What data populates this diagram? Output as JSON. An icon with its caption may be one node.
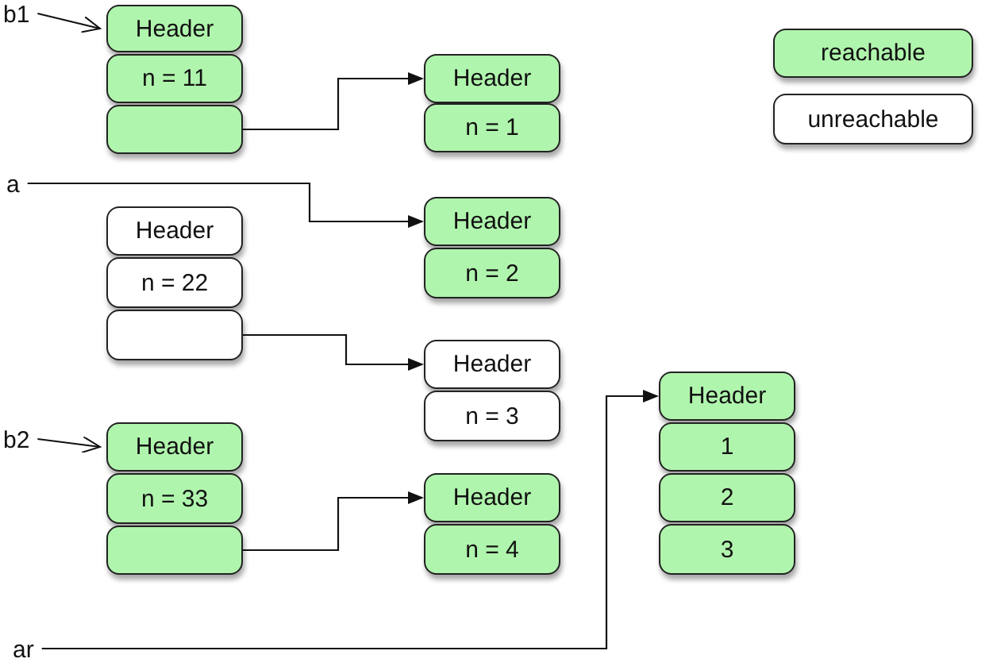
{
  "diagram": {
    "nodes": [
      {
        "text": [
          "b1"
        ]
      },
      {
        "text": [
          "Header"
        ]
      },
      {
        "text": [
          "n = 11"
        ]
      },
      {
        "text": [],
        "shape": "box"
      },
      {
        "text": [
          "Header"
        ]
      },
      {
        "text": [
          "n = 1"
        ]
      },
      {
        "text": [
          "a"
        ]
      },
      {
        "text": [
          "Header"
        ]
      },
      {
        "text": [
          "n = 2"
        ]
      },
      {
        "text": [
          "Header"
        ]
      },
      {
        "text": [
          "n = 22"
        ]
      },
      {
        "text": [],
        "shape": "box"
      },
      {
        "text": [
          "Header"
        ]
      },
      {
        "text": [
          "n = 3"
        ]
      },
      {
        "text": [
          "b2"
        ]
      },
      {
        "text": [
          "Header"
        ]
      },
      {
        "text": [
          "n = 33"
        ]
      },
      {
        "text": [],
        "shape": "box"
      },
      {
        "text": [
          "Header"
        ]
      },
      {
        "text": [
          "n = 4"
        ]
      },
      {
        "text": [
          "Header"
        ]
      },
      {
        "text": [
          "1"
        ]
      },
      {
        "text": [
          "2"
        ]
      },
      {
        "text": [
          "3"
        ]
      },
      {
        "text": [
          "ar"
        ]
      }
    ],
    "edges": [
      {
        "from": 0,
        "to": 1,
        "arrow": "to"
      },
      {
        "from": 3,
        "to": 4,
        "arrow": "to"
      },
      {
        "from": 6,
        "to": 7,
        "arrow": "to"
      },
      {
        "from": 11,
        "to": 12,
        "arrow": "to"
      },
      {
        "from": 14,
        "to": 15,
        "arrow": "to"
      },
      {
        "from": 17,
        "to": 18,
        "arrow": "to"
      },
      {
        "from": 24,
        "to": 20,
        "arrow": "to"
      }
    ],
    "legend": [
      {
        "text": "reachable",
        "color": "#b0f5ad"
      },
      {
        "text": "unreachable",
        "color": "#ffffff"
      }
    ]
  }
}
